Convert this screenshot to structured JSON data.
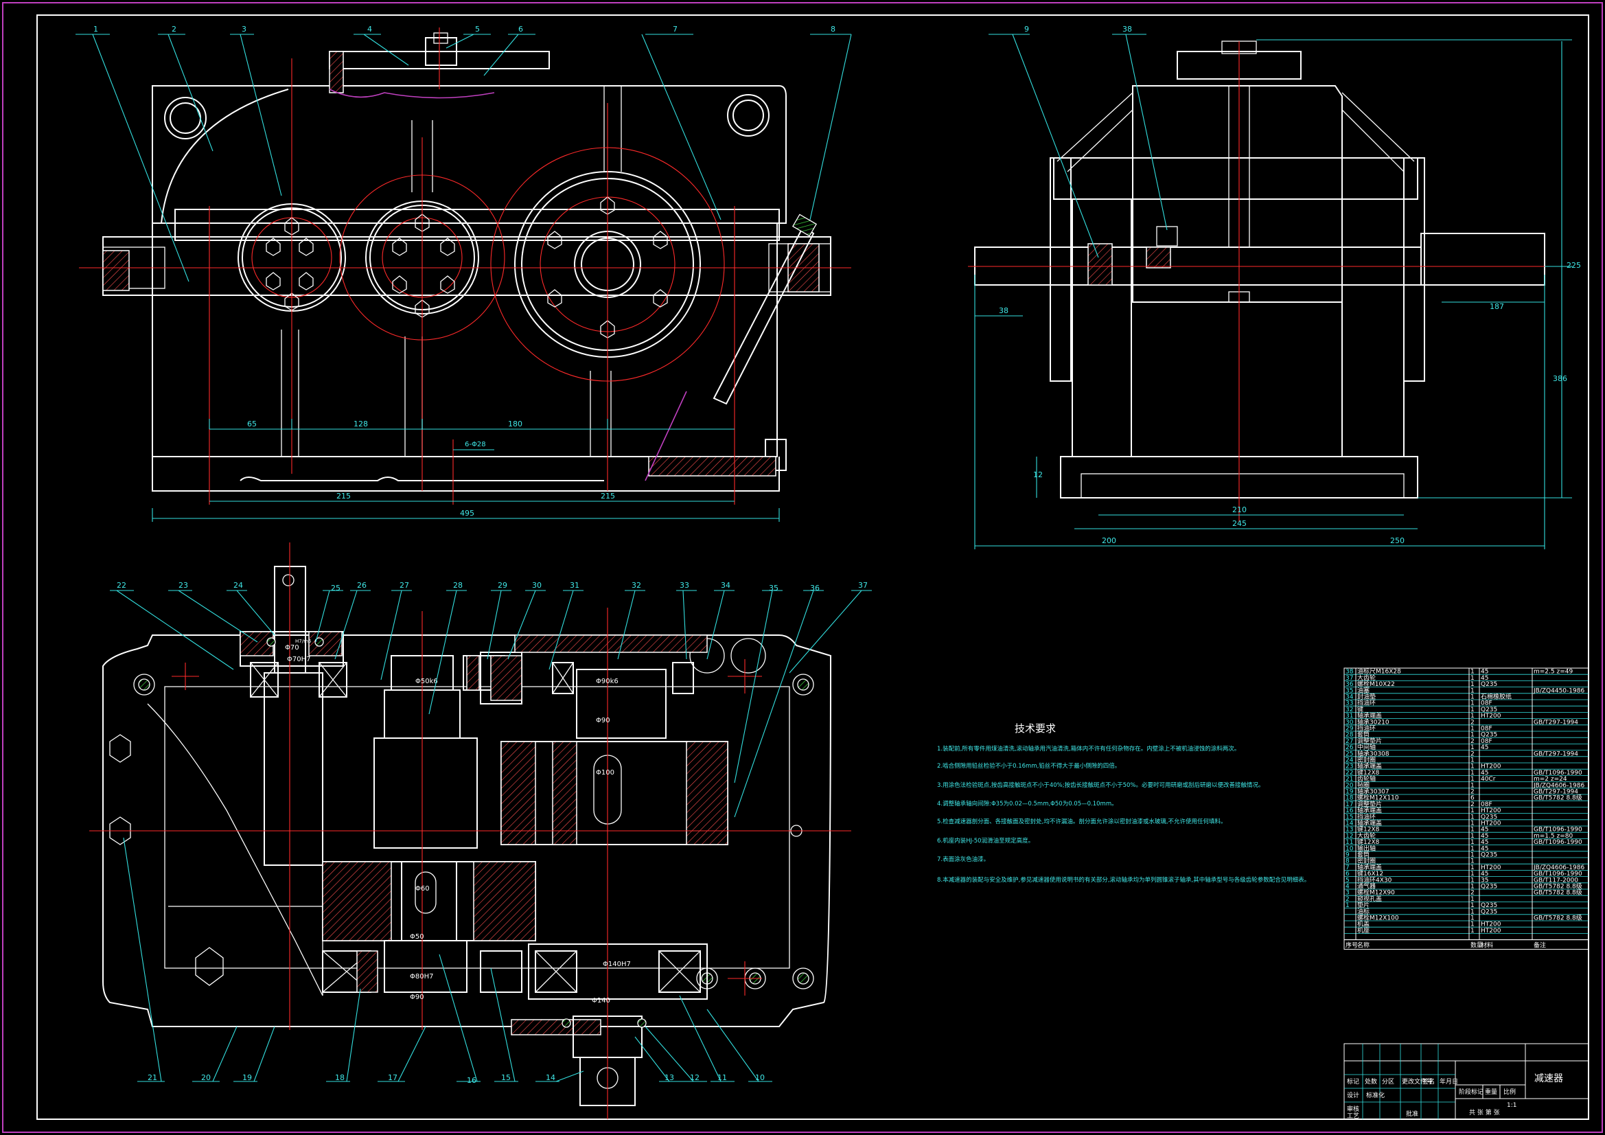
{
  "balloons_top": [
    "1",
    "2",
    "3",
    "4",
    "5",
    "6",
    "7",
    "8"
  ],
  "balloons_side": [
    "9",
    "38"
  ],
  "balloons_plan_top": [
    "22",
    "23",
    "24",
    "25",
    "26",
    "27",
    "28",
    "29",
    "30",
    "31",
    "32",
    "33",
    "34",
    "35",
    "36",
    "37"
  ],
  "balloons_plan_bottom": [
    "21",
    "20",
    "19",
    "18",
    "17",
    "16",
    "15",
    "14",
    "13",
    "12",
    "11",
    "10"
  ],
  "front_dims": {
    "d65": "65",
    "d128": "128",
    "d180": "180",
    "holes": "6-Φ28",
    "d215a": "215",
    "d215b": "215",
    "d495": "495"
  },
  "side_dims": {
    "d38": "38",
    "d187": "187",
    "d12": "12",
    "d210": "210",
    "d245": "245",
    "d200": "200",
    "d250": "250",
    "d225": "225",
    "d386": "386"
  },
  "plan_dims": {
    "fit1": "Φ70",
    "fit1b": "H7/m6",
    "fit2": "Φ70H7",
    "fit3": "Φ50k6",
    "fit4": "Φ90k6",
    "fit5": "Φ90",
    "fit6": "Φ100",
    "fit7": "Φ60",
    "fit8": "Φ50",
    "fit9": "Φ80H7",
    "fit10": "Φ90",
    "fit11": "Φ140H7",
    "fit12": "Φ140"
  },
  "tech_requirements": {
    "title": "技术要求",
    "items": [
      "1.装配前,所有零件用煤油清洗,滚动轴承用汽油清洗,箱体内不许有任何杂物存在。内壁涂上不被机油浸蚀的涂料两次。",
      "2.啮合侧隙用铅丝检验不小于0.16mm,铅丝不得大于最小侧隙的四倍。",
      "3.用涂色法检验斑点,按齿高接触斑点不小于40%;按齿长接触斑点不小于50%。必要时可用研磨或刮后研磨以便改善接触情况。",
      "4.调整轴承轴向间隙:Φ35为0.02—0.5mm,Φ50为0.05—0.10mm。",
      "5.检查减速器剖分面、各接触面及密封处,均不许漏油。剖分面允许涂以密封油漆或水玻璃,不允许使用任何填料。",
      "6.机座内装HJ-50润滑油至规定高度。",
      "7.表面涂灰色油漆。",
      "8.本减速器的装配与安全及维护,参见减速器使用说明书的有关部分,滚动轴承均为单列圆锥滚子轴承,其中轴承型号与各级齿轮参数配合见明细表。"
    ]
  },
  "parts": [
    {
      "no": "38",
      "name": "油标尺M16X28",
      "qty": "1",
      "mat": "45",
      "note": "m=2.5 z=49"
    },
    {
      "no": "37",
      "name": "大齿轮",
      "qty": "1",
      "mat": "45",
      "note": ""
    },
    {
      "no": "36",
      "name": "螺栓M10X22",
      "qty": "1",
      "mat": "Q235",
      "note": ""
    },
    {
      "no": "35",
      "name": "油塞",
      "qty": "1",
      "mat": "",
      "note": "JB/ZQ4450-1986"
    },
    {
      "no": "34",
      "name": "封油垫",
      "qty": "1",
      "mat": "石棉橡胶纸",
      "note": ""
    },
    {
      "no": "33",
      "name": "挡油环",
      "qty": "1",
      "mat": "08F",
      "note": ""
    },
    {
      "no": "32",
      "name": "键",
      "qty": "1",
      "mat": "Q235",
      "note": ""
    },
    {
      "no": "31",
      "name": "轴承端盖",
      "qty": "1",
      "mat": "HT200",
      "note": ""
    },
    {
      "no": "30",
      "name": "轴承30210",
      "qty": "2",
      "mat": "",
      "note": "GB/T297-1994"
    },
    {
      "no": "29",
      "name": "挡油环",
      "qty": "1",
      "mat": "08F",
      "note": ""
    },
    {
      "no": "28",
      "name": "套筒",
      "qty": "1",
      "mat": "Q235",
      "note": ""
    },
    {
      "no": "27",
      "name": "调整垫片",
      "qty": "2",
      "mat": "08F",
      "note": ""
    },
    {
      "no": "26",
      "name": "中间轴",
      "qty": "1",
      "mat": "45",
      "note": ""
    },
    {
      "no": "25",
      "name": "轴承30308",
      "qty": "2",
      "mat": "",
      "note": "GB/T297-1994"
    },
    {
      "no": "24",
      "name": "密封圈",
      "qty": "1",
      "mat": "",
      "note": ""
    },
    {
      "no": "23",
      "name": "轴承端盖",
      "qty": "1",
      "mat": "HT200",
      "note": ""
    },
    {
      "no": "22",
      "name": "键12X8",
      "qty": "1",
      "mat": "45",
      "note": "GB/T1096-1990"
    },
    {
      "no": "21",
      "name": "齿轮轴",
      "qty": "1",
      "mat": "40Cr",
      "note": "m=2 z=24"
    },
    {
      "no": "20",
      "name": "毡圈",
      "qty": "1",
      "mat": "",
      "note": "JB/ZQ4606-1986"
    },
    {
      "no": "19",
      "name": "轴承30307",
      "qty": "2",
      "mat": "",
      "note": "GB/T297-1994"
    },
    {
      "no": "18",
      "name": "螺栓M12X110",
      "qty": "6",
      "mat": "",
      "note": "GB/T5782 8.8级"
    },
    {
      "no": "17",
      "name": "调整垫片",
      "qty": "2",
      "mat": "08F",
      "note": ""
    },
    {
      "no": "16",
      "name": "轴承端盖",
      "qty": "1",
      "mat": "HT200",
      "note": ""
    },
    {
      "no": "15",
      "name": "挡油环",
      "qty": "1",
      "mat": "Q235",
      "note": ""
    },
    {
      "no": "14",
      "name": "轴承端盖",
      "qty": "1",
      "mat": "HT200",
      "note": ""
    },
    {
      "no": "13",
      "name": "键12X8",
      "qty": "1",
      "mat": "45",
      "note": "GB/T1096-1990"
    },
    {
      "no": "12",
      "name": "大齿轮",
      "qty": "1",
      "mat": "45",
      "note": "m=1.5 z=80"
    },
    {
      "no": "11",
      "name": "键12X8",
      "qty": "1",
      "mat": "45",
      "note": "GB/T1096-1990"
    },
    {
      "no": "10",
      "name": "输出轴",
      "qty": "1",
      "mat": "45",
      "note": ""
    },
    {
      "no": "9",
      "name": "套筒",
      "qty": "1",
      "mat": "Q235",
      "note": ""
    },
    {
      "no": "8",
      "name": "密封圈",
      "qty": "1",
      "mat": "",
      "note": ""
    },
    {
      "no": "7",
      "name": "轴承端盖",
      "qty": "1",
      "mat": "HT200",
      "note": "JB/ZQ4606-1986"
    },
    {
      "no": "6",
      "name": "键16X12",
      "qty": "1",
      "mat": "45",
      "note": "GB/T1096-1990"
    },
    {
      "no": "5",
      "name": "挡油环4X30",
      "qty": "1",
      "mat": "35",
      "note": "GB/T117-2000"
    },
    {
      "no": "4",
      "name": "通气器",
      "qty": "1",
      "mat": "Q235",
      "note": "GB/T5782 8.8级"
    },
    {
      "no": "3",
      "name": "螺栓M12X90",
      "qty": "2",
      "mat": "",
      "note": "GB/T5782 8.8级"
    },
    {
      "no": "2",
      "name": "窥视孔盖",
      "qty": "1",
      "mat": "",
      "note": ""
    },
    {
      "no": "1",
      "name": "垫片",
      "qty": "1",
      "mat": "Q235",
      "note": ""
    },
    {
      "no": "",
      "name": "油标",
      "qty": "1",
      "mat": "Q235",
      "note": ""
    },
    {
      "no": "",
      "name": "螺栓M12X100",
      "qty": "1",
      "mat": "",
      "note": "GB/T5782 8.8级"
    },
    {
      "no": "",
      "name": "机盖",
      "qty": "1",
      "mat": "HT200",
      "note": ""
    },
    {
      "no": "",
      "name": "机座",
      "qty": "1",
      "mat": "HT200",
      "note": ""
    }
  ],
  "table_header": {
    "no": "序号",
    "name": "名称",
    "qty": "数量",
    "mat": "材料",
    "note": "备注"
  },
  "title_block": {
    "drawing_title": "减速器",
    "scale_label": "比例",
    "scale": "1:1",
    "weight_label": "重量",
    "sheet_label": "共 张 第 张",
    "design": "设计",
    "review": "审核",
    "approve": "批准",
    "process": "工艺",
    "standard": "标准化",
    "stage_mark": "阶段标记",
    "marks": "标记",
    "count": "处数",
    "zone": "分区",
    "change_doc": "更改文件号",
    "signature": "签名",
    "date": "年月日"
  },
  "colors": {
    "background": "#000000",
    "outline": "#ffffff",
    "centerline": "#ff2a2a",
    "dimension": "#33e0e0",
    "hatch": "#ff6060",
    "bearing": "#40c040",
    "frame": "#c040c0"
  }
}
